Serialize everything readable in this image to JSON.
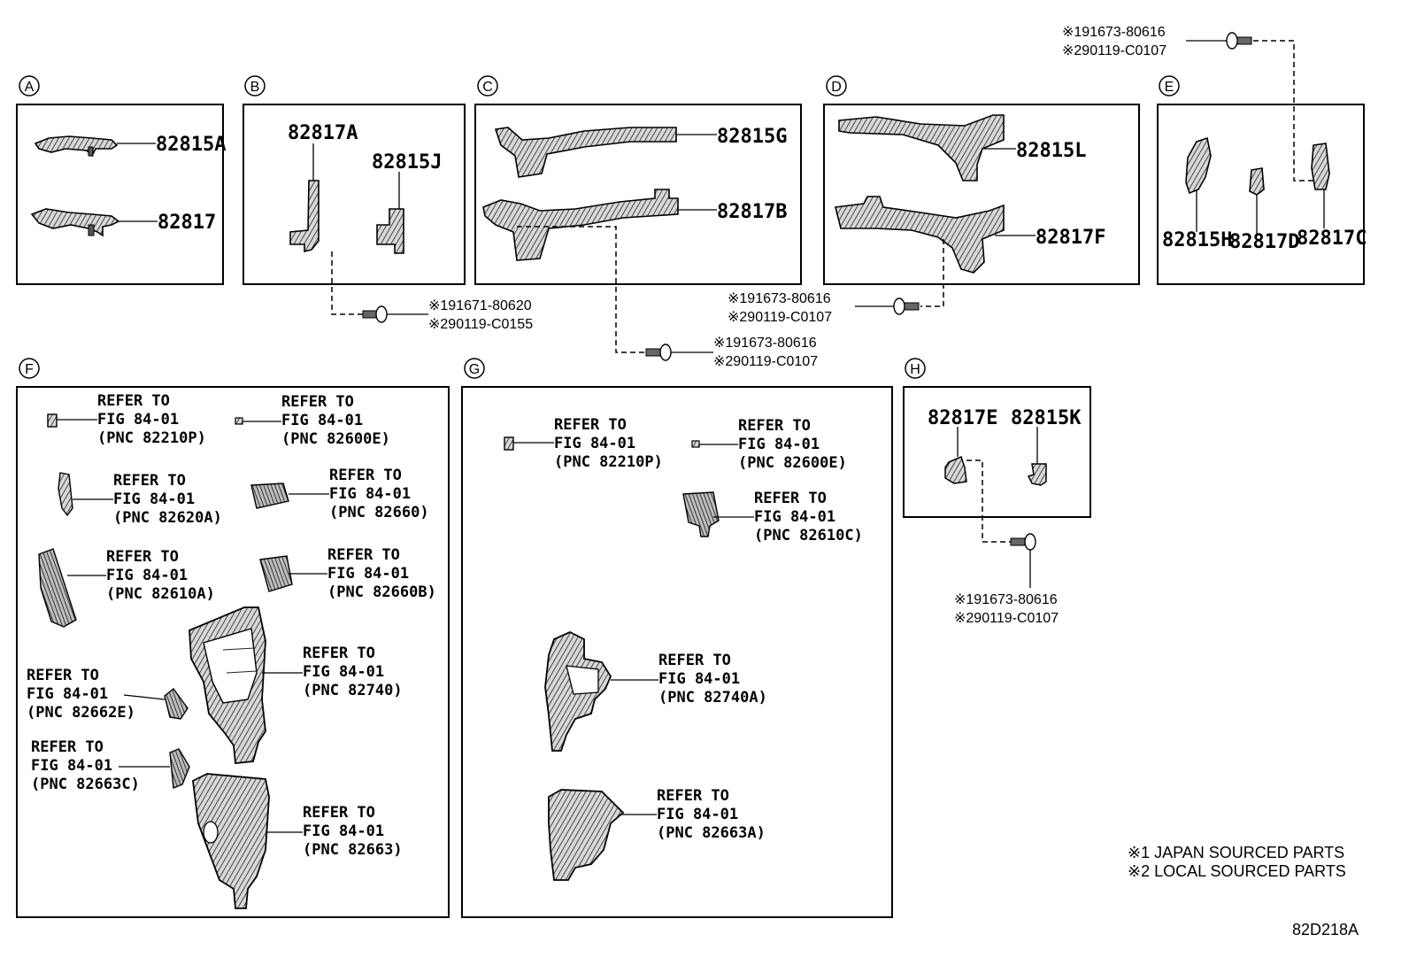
{
  "panels": {
    "A": {
      "letter": "A",
      "parts": [
        "82815A",
        "82817"
      ]
    },
    "B": {
      "letter": "B",
      "parts": [
        "82817A",
        "82815J"
      ]
    },
    "C": {
      "letter": "C",
      "parts": [
        "82815G",
        "82817B"
      ]
    },
    "D": {
      "letter": "D",
      "parts": [
        "82815L",
        "82817F"
      ]
    },
    "E": {
      "letter": "E",
      "parts": [
        "82815H",
        "82817D",
        "82817C"
      ]
    },
    "F": {
      "letter": "F"
    },
    "G": {
      "letter": "G"
    },
    "H": {
      "letter": "H",
      "parts": [
        "82817E",
        "82815K"
      ]
    }
  },
  "fasteners": {
    "top": {
      "l1": "※191673-80616",
      "l2": "※290119-C0107"
    },
    "b": {
      "l1": "※191671-80620",
      "l2": "※290119-C0155"
    },
    "c": {
      "l1": "※191673-80616",
      "l2": "※290119-C0107"
    },
    "d": {
      "l1": "※191673-80616",
      "l2": "※290119-C0107"
    },
    "h": {
      "l1": "※191673-80616",
      "l2": "※290119-C0107"
    }
  },
  "refer_to": "REFER TO",
  "fig": "FIG 84-01",
  "refs_f": [
    "(PNC 82210P)",
    "(PNC 82600E)",
    "(PNC 82620A)",
    "(PNC 82660)",
    "(PNC 82610A)",
    "(PNC 82660B)",
    "(PNC 82740)",
    "(PNC 82662E)",
    "(PNC 82663C)",
    "(PNC 82663)"
  ],
  "refs_g": [
    "(PNC 82210P)",
    "(PNC 82600E)",
    "(PNC 82610C)",
    "(PNC 82740A)",
    "(PNC 82663A)"
  ],
  "notes": {
    "n1": "※1 JAPAN SOURCED PARTS",
    "n2": "※2 LOCAL SOURCED PARTS"
  },
  "figure_code": "82D218A"
}
